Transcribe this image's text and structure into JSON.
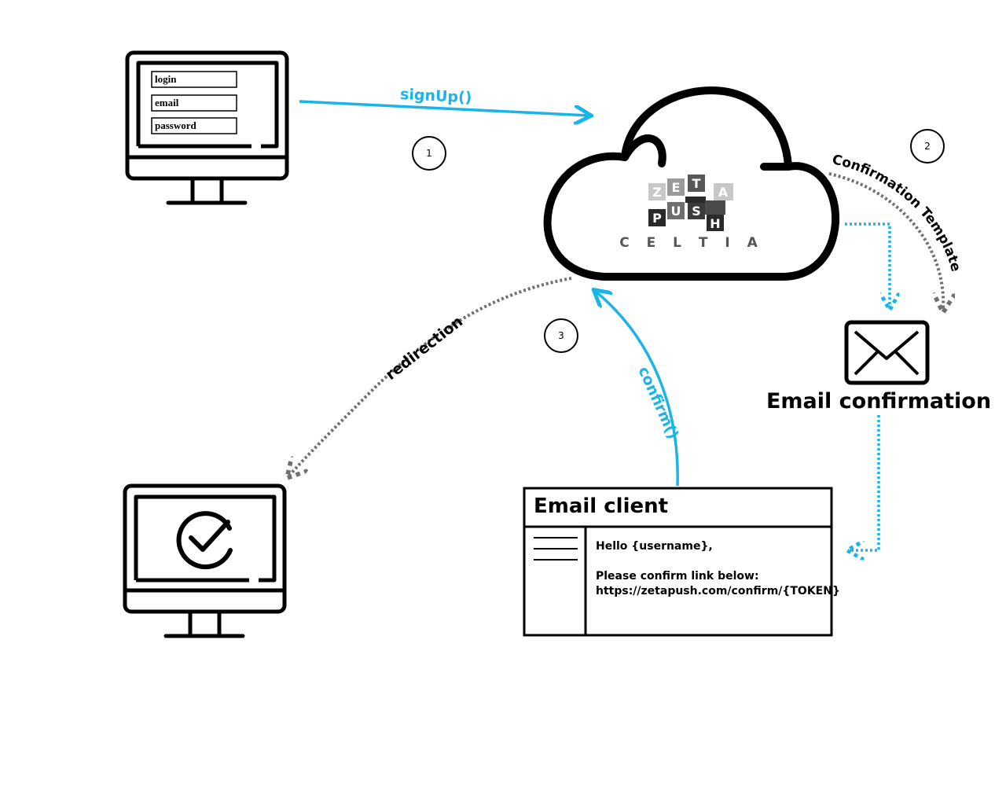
{
  "signup_form": {
    "login_label": "login",
    "email_label": "email",
    "password_label": "password"
  },
  "arrows": {
    "signup": "signUp()",
    "confirmation_template": "Confirmation Template",
    "redirection": "redirection",
    "confirm": "confirm()"
  },
  "steps": [
    "1",
    "2",
    "3"
  ],
  "cloud_logo": {
    "zeta": [
      "Z",
      "E",
      "T",
      "A"
    ],
    "push": [
      "P",
      "U",
      "S",
      "H"
    ],
    "celtia": "C E L T I A"
  },
  "email_confirmation": {
    "label": "Email confirmation"
  },
  "email_client": {
    "title": "Email client",
    "greeting": "Hello {username},",
    "instruction": "Please confirm link below:",
    "link": "https://zetapush.com/confirm/{TOKEN}"
  },
  "colors": {
    "accent": "#1bb4e8",
    "dotted_gray": "#707070",
    "outline": "#000000"
  },
  "icons": [
    "monitor-icon",
    "cloud-icon",
    "envelope-icon",
    "check-circle-icon",
    "email-window-icon"
  ]
}
